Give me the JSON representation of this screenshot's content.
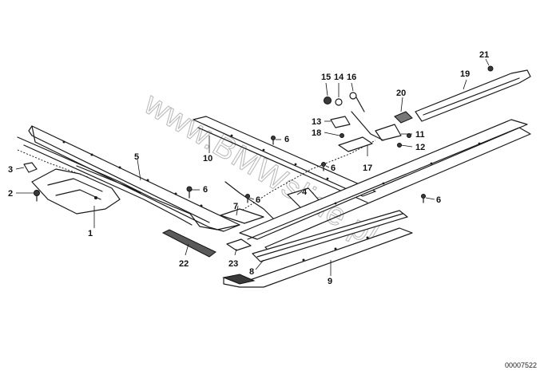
{
  "watermark": "www.BMWslide.pl",
  "diagram_code": "00007522",
  "callouts": [
    {
      "id": "c1",
      "text": "1"
    },
    {
      "id": "c2",
      "text": "2"
    },
    {
      "id": "c3",
      "text": "3"
    },
    {
      "id": "c4",
      "text": "4"
    },
    {
      "id": "c5",
      "text": "5"
    },
    {
      "id": "c6a",
      "text": "6"
    },
    {
      "id": "c6b",
      "text": "6"
    },
    {
      "id": "c6c",
      "text": "6"
    },
    {
      "id": "c6d",
      "text": "6"
    },
    {
      "id": "c6e",
      "text": "6"
    },
    {
      "id": "c7",
      "text": "7"
    },
    {
      "id": "c8",
      "text": "8"
    },
    {
      "id": "c9",
      "text": "9"
    },
    {
      "id": "c10",
      "text": "10"
    },
    {
      "id": "c11",
      "text": "11"
    },
    {
      "id": "c12",
      "text": "12"
    },
    {
      "id": "c13",
      "text": "13"
    },
    {
      "id": "c14",
      "text": "14"
    },
    {
      "id": "c15",
      "text": "15"
    },
    {
      "id": "c16",
      "text": "16"
    },
    {
      "id": "c17",
      "text": "17"
    },
    {
      "id": "c18",
      "text": "18"
    },
    {
      "id": "c19",
      "text": "19"
    },
    {
      "id": "c20",
      "text": "20"
    },
    {
      "id": "c21",
      "text": "21"
    },
    {
      "id": "c22",
      "text": "22"
    },
    {
      "id": "c23",
      "text": "23"
    }
  ]
}
